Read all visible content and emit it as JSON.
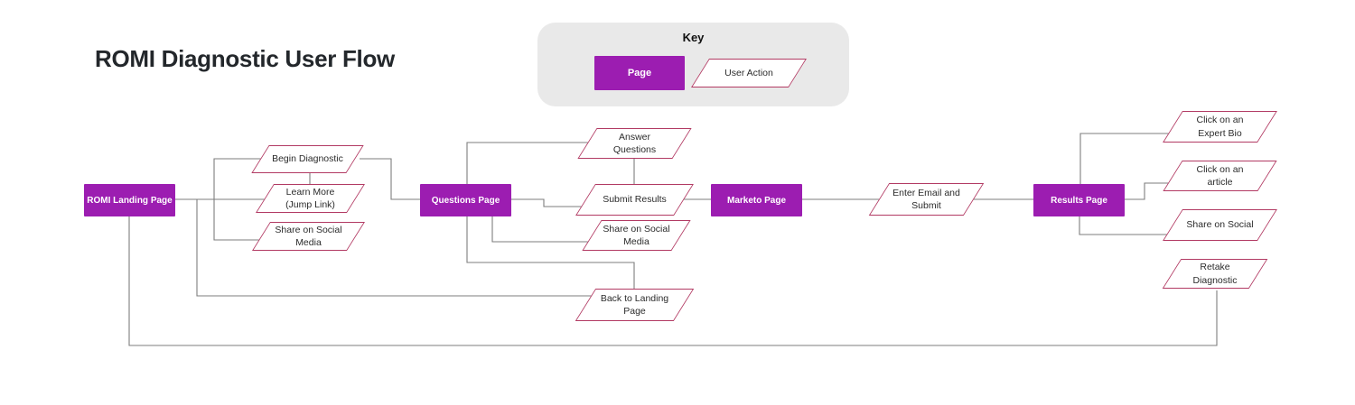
{
  "title": "ROMI Diagnostic User Flow",
  "key": {
    "heading": "Key",
    "page_label": "Page",
    "action_label": "User Action"
  },
  "colors": {
    "page_fill": "#9c1db1",
    "action_border": "#b23a63",
    "connector": "#7d7d7d",
    "key_background": "#e9e9e9"
  },
  "pages": [
    {
      "id": "romi-landing",
      "label": "ROMI Landing Page"
    },
    {
      "id": "questions-page",
      "label": "Questions Page"
    },
    {
      "id": "marketo-page",
      "label": "Marketo Page"
    },
    {
      "id": "results-page",
      "label": "Results Page"
    }
  ],
  "actions": [
    {
      "id": "begin-diagnostic",
      "label": "Begin Diagnostic"
    },
    {
      "id": "learn-more",
      "label": "Learn More\n(Jump Link)"
    },
    {
      "id": "share-on-social-media-1",
      "label": "Share on Social\nMedia"
    },
    {
      "id": "answer-questions",
      "label": "Answer\nQuestions"
    },
    {
      "id": "submit-results",
      "label": "Submit Results"
    },
    {
      "id": "share-on-social-media-2",
      "label": "Share on Social\nMedia"
    },
    {
      "id": "back-to-landing-page",
      "label": "Back to Landing\nPage"
    },
    {
      "id": "enter-email-and-submit",
      "label": "Enter Email and\nSubmit"
    },
    {
      "id": "click-expert-bio",
      "label": "Click on an\nExpert Bio"
    },
    {
      "id": "click-article",
      "label": "Click on an\narticle"
    },
    {
      "id": "share-on-social",
      "label": "Share on Social"
    },
    {
      "id": "retake-diagnostic",
      "label": "Retake\nDiagnostic"
    }
  ],
  "edges": [
    {
      "from": "romi-landing",
      "to": "begin-diagnostic"
    },
    {
      "from": "romi-landing",
      "to": "learn-more"
    },
    {
      "from": "romi-landing",
      "to": "share-on-social-media-1"
    },
    {
      "from": "begin-diagnostic",
      "to": "learn-more"
    },
    {
      "from": "begin-diagnostic",
      "to": "questions-page"
    },
    {
      "from": "questions-page",
      "to": "answer-questions"
    },
    {
      "from": "answer-questions",
      "to": "submit-results"
    },
    {
      "from": "questions-page",
      "to": "submit-results"
    },
    {
      "from": "questions-page",
      "to": "share-on-social-media-2"
    },
    {
      "from": "questions-page",
      "to": "back-to-landing-page"
    },
    {
      "from": "back-to-landing-page",
      "to": "romi-landing"
    },
    {
      "from": "submit-results",
      "to": "marketo-page"
    },
    {
      "from": "marketo-page",
      "to": "enter-email-and-submit"
    },
    {
      "from": "enter-email-and-submit",
      "to": "results-page"
    },
    {
      "from": "results-page",
      "to": "click-expert-bio"
    },
    {
      "from": "results-page",
      "to": "click-article"
    },
    {
      "from": "results-page",
      "to": "share-on-social"
    },
    {
      "from": "retake-diagnostic",
      "to": "romi-landing"
    }
  ]
}
